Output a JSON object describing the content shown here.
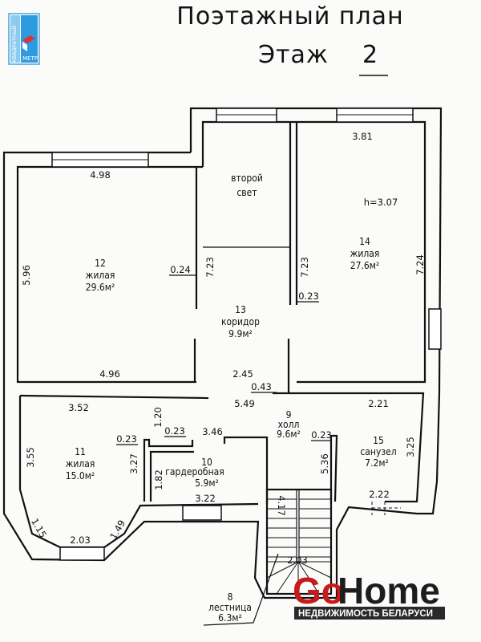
{
  "header": {
    "title": "Поэтажный план",
    "floor_label": "Этаж",
    "floor_number": "2"
  },
  "logo_top": {
    "line1": "КВАДРАТНЫЙ",
    "line2": "МЕТР"
  },
  "logo_bottom": {
    "go": "Go",
    "home": "Home",
    "subtitle": "НЕДВИЖИМОСТЬ БЕЛАРУСИ",
    "accent": "#c8191c"
  },
  "ceiling_height": "h=3.07",
  "rooms": [
    {
      "number": "12",
      "name": "жилая",
      "area": "29.6м²"
    },
    {
      "number": "",
      "name": "второй",
      "area": "свет"
    },
    {
      "number": "14",
      "name": "жилая",
      "area": "27.6м²"
    },
    {
      "number": "13",
      "name": "коридор",
      "area": "9.9м²"
    },
    {
      "number": "9",
      "name": "холл",
      "area": "9.6м²"
    },
    {
      "number": "11",
      "name": "жилая",
      "area": "15.0м²"
    },
    {
      "number": "10",
      "name": "гардеробная",
      "area": "5.9м²"
    },
    {
      "number": "15",
      "name": "санузел",
      "area": "7.2м²"
    },
    {
      "number": "8",
      "name": "лестница",
      "area": "6.3м²"
    }
  ],
  "dimensions": [
    "4.98",
    "3.81",
    "0.24",
    "7.23",
    "7.23",
    "0.23",
    "7.24",
    "5.96",
    "4.96",
    "2.45",
    "0.43",
    "5.49",
    "2.21",
    "3.52",
    "1.20",
    "0.23",
    "3.46",
    "0.23",
    "0.23",
    "3.25",
    "3.55",
    "3.27",
    "5.36",
    "1.82",
    "3.22",
    "4.17",
    "2.22",
    "1.15",
    "2.03",
    "1.49",
    "2.03"
  ]
}
